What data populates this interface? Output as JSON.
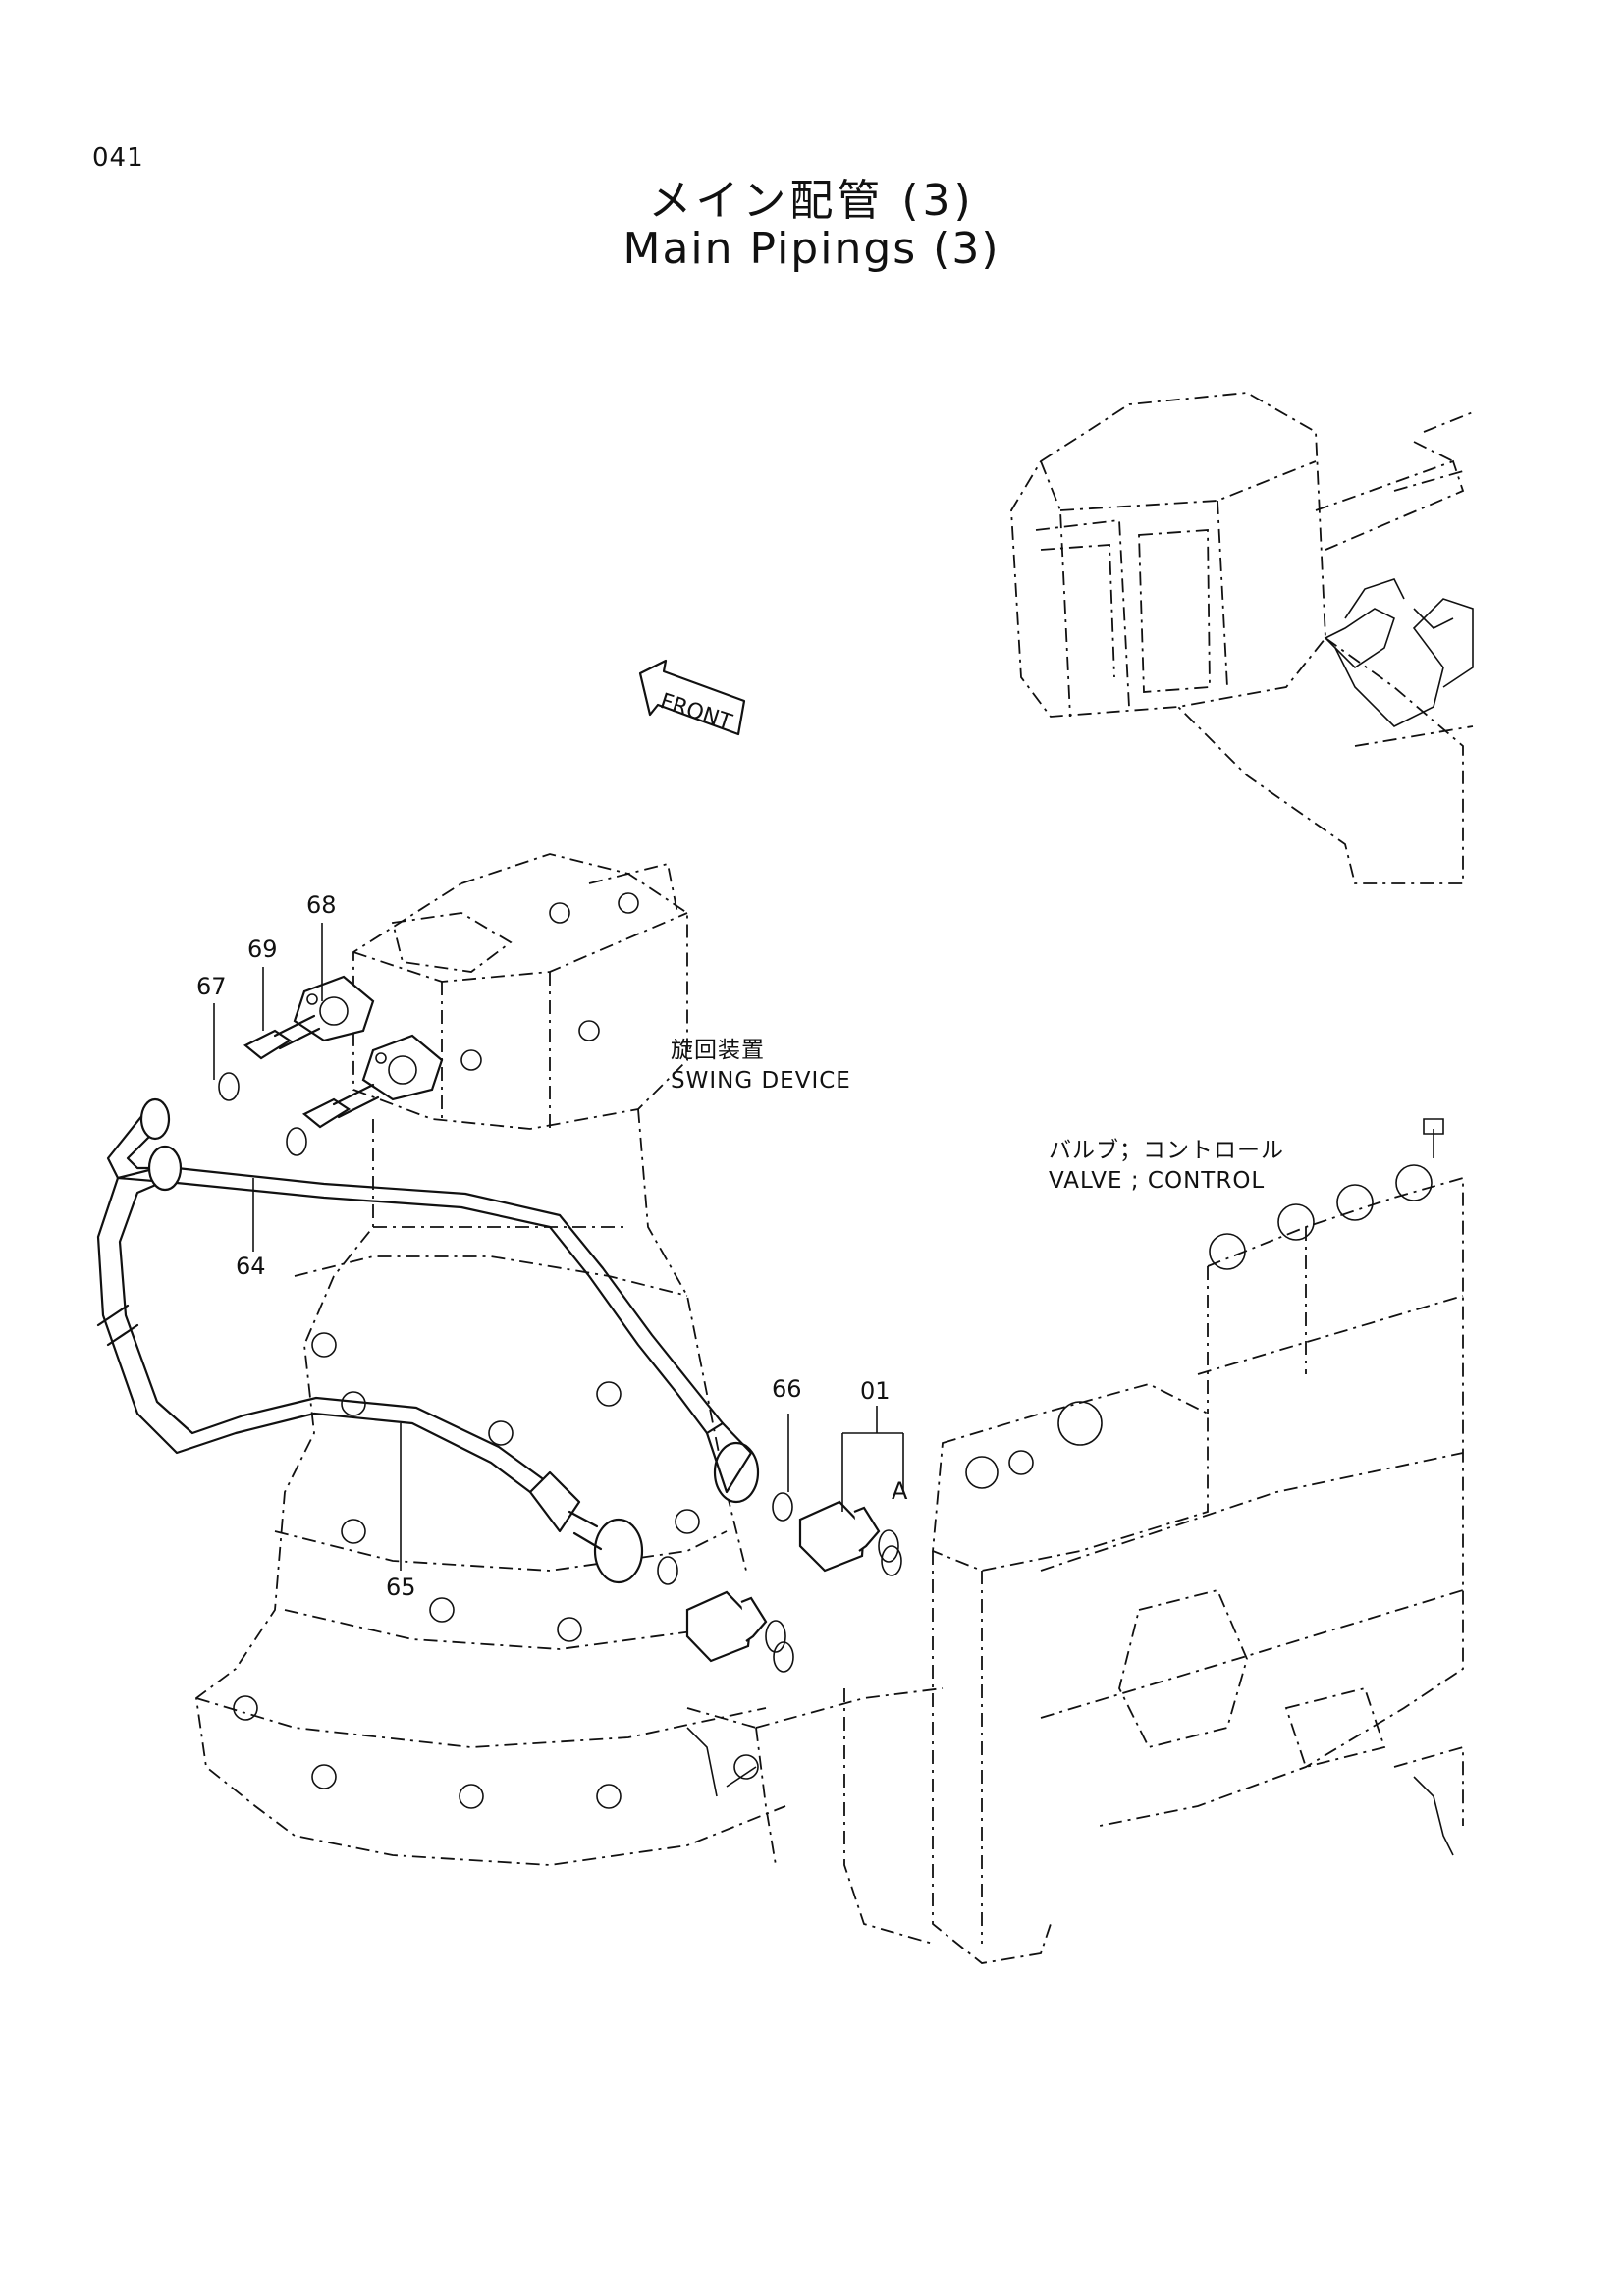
{
  "page_number": "041",
  "title_jp": "メイン配管 (3)",
  "title_en": "Main Pipings (3)",
  "front_label": "FRONT",
  "swing_device": {
    "jp": "旋回装置",
    "en": "SWING DEVICE"
  },
  "control_valve": {
    "jp": "バルブ；コントロール",
    "en": "VALVE ; CONTROL"
  },
  "callouts": {
    "p01": "01",
    "p64": "64",
    "p65": "65",
    "p66": "66",
    "p67": "67",
    "p68": "68",
    "p69": "69",
    "a": "A"
  }
}
